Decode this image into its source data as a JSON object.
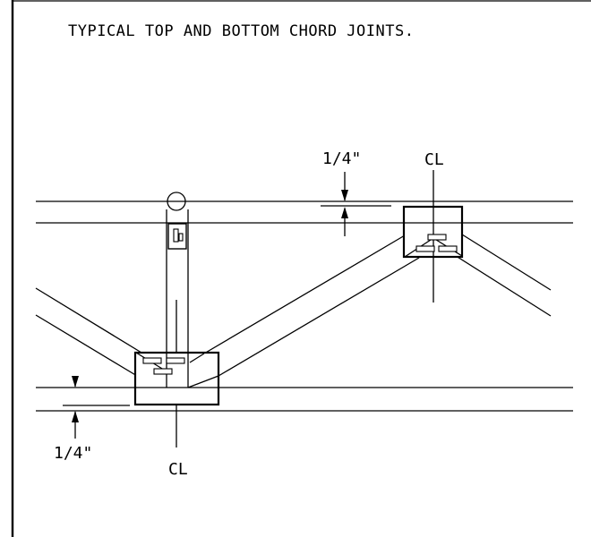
{
  "title": "TYPICAL TOP AND BOTTOM CHORD JOINTS.",
  "top_offset_label": "1/4\"",
  "bottom_offset_label": "1/4\"",
  "top_centerline_label": "CL",
  "bottom_centerline_label": "CL",
  "colors": {
    "line": "#000000",
    "background": "#ffffff"
  }
}
